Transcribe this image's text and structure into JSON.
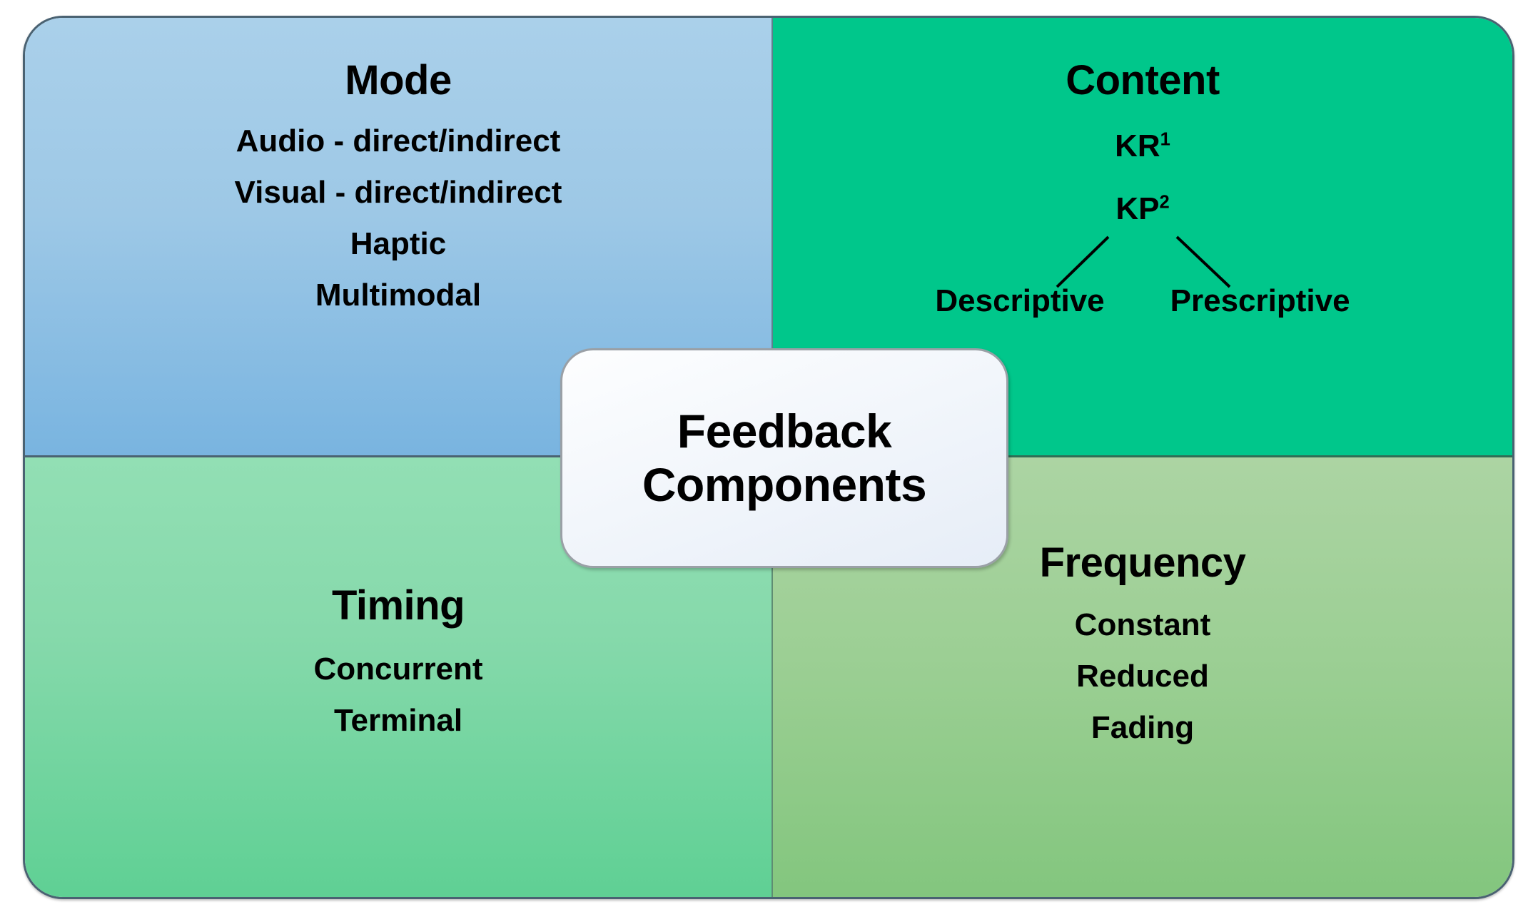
{
  "center": {
    "line1": "Feedback",
    "line2": "Components"
  },
  "quadrants": {
    "mode": {
      "title": "Mode",
      "items": [
        "Audio - direct/indirect",
        "Visual - direct/indirect",
        "Haptic",
        "Multimodal"
      ]
    },
    "content": {
      "title": "Content",
      "kr": "KR",
      "kr_sup": "1",
      "kp": "KP",
      "kp_sup": "2",
      "branches": [
        "Descriptive",
        "Prescriptive"
      ]
    },
    "timing": {
      "title": "Timing",
      "items": [
        "Concurrent",
        "Terminal"
      ]
    },
    "frequency": {
      "title": "Frequency",
      "items": [
        "Constant",
        "Reduced",
        "Fading"
      ]
    }
  },
  "colors": {
    "mode_fill_top": "#aad0ea",
    "mode_fill_bottom": "#79b4e0",
    "content_fill": "#00c78b",
    "timing_fill_top": "#92dfb4",
    "timing_fill_bottom": "#5fd094",
    "frequency_fill_top": "#acd4a3",
    "frequency_fill_bottom": "#83c67e",
    "callout_fill": "#f2f6fb",
    "border": "#4a6272",
    "text": "#000000"
  }
}
